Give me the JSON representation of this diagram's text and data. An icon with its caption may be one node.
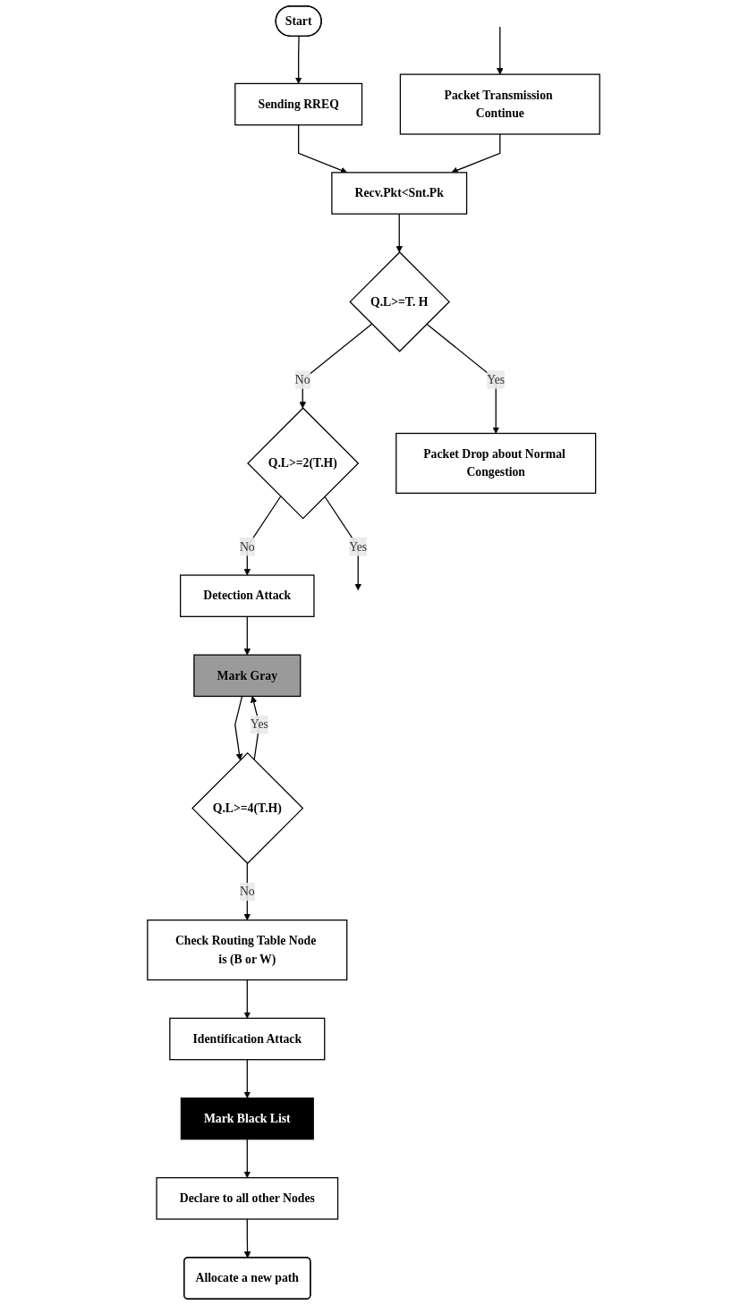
{
  "diagram": {
    "nodes": [
      {
        "text": [
          "Start"
        ]
      },
      {
        "text": [
          "Sending RREQ"
        ]
      },
      {
        "text": [
          "Packet Transmission Continue"
        ]
      },
      {
        "text": [
          "Recv.Pkt<Snt.Pk"
        ]
      },
      {
        "text": [
          "Q.L>=T. H"
        ]
      },
      {
        "text": [
          "Q.L>=2(T.H)"
        ]
      },
      {
        "text": [
          "Packet Drop about Normal Congestion"
        ]
      },
      {
        "text": [
          "Detection Attack"
        ]
      },
      {
        "text": [
          "Mark Gray"
        ]
      },
      {
        "text": [
          "Q.L>=4(T.H)"
        ]
      },
      {
        "text": [
          "Allocate a new path"
        ]
      },
      {
        "text": [
          "Check Routing Table Node is (B or W)"
        ]
      },
      {
        "text": [
          "Identification Attack"
        ]
      },
      {
        "text": [
          "Declare to all other Nodes"
        ]
      },
      {
        "text": [
          "Mark Black List"
        ]
      }
    ],
    "edges": [
      {
        "from": 0,
        "to": 1,
        "arrow": "to"
      },
      {
        "from": 1,
        "to": 3,
        "arrow": "to"
      },
      {
        "from": 2,
        "to": 3,
        "arrow": "to"
      },
      {
        "from": 3,
        "to": 4,
        "arrow": "to"
      },
      {
        "from": 4,
        "to": 5,
        "label": "No",
        "arrow": "to"
      },
      {
        "from": 5,
        "to": null,
        "label": "Yes",
        "arrow": "to"
      },
      {
        "from": null,
        "to": 2,
        "arrow": "to"
      },
      {
        "from": 4,
        "to": 6,
        "label": "Yes",
        "arrow": "to"
      },
      {
        "from": 5,
        "to": 7,
        "label": "No",
        "arrow": "to"
      },
      {
        "from": 7,
        "to": 8,
        "arrow": "to"
      },
      {
        "from": 8,
        "to": 9,
        "arrow": "to"
      },
      {
        "from": 9,
        "to": 8,
        "label": "Yes",
        "arrow": "to"
      },
      {
        "from": 9,
        "to": 11,
        "label": "No",
        "arrow": "to"
      },
      {
        "from": 11,
        "to": 12,
        "arrow": "to"
      },
      {
        "from": 12,
        "to": 14,
        "arrow": "to"
      },
      {
        "from": 14,
        "to": 13,
        "arrow": "to"
      },
      {
        "from": 13,
        "to": 10,
        "arrow": "to"
      }
    ]
  }
}
